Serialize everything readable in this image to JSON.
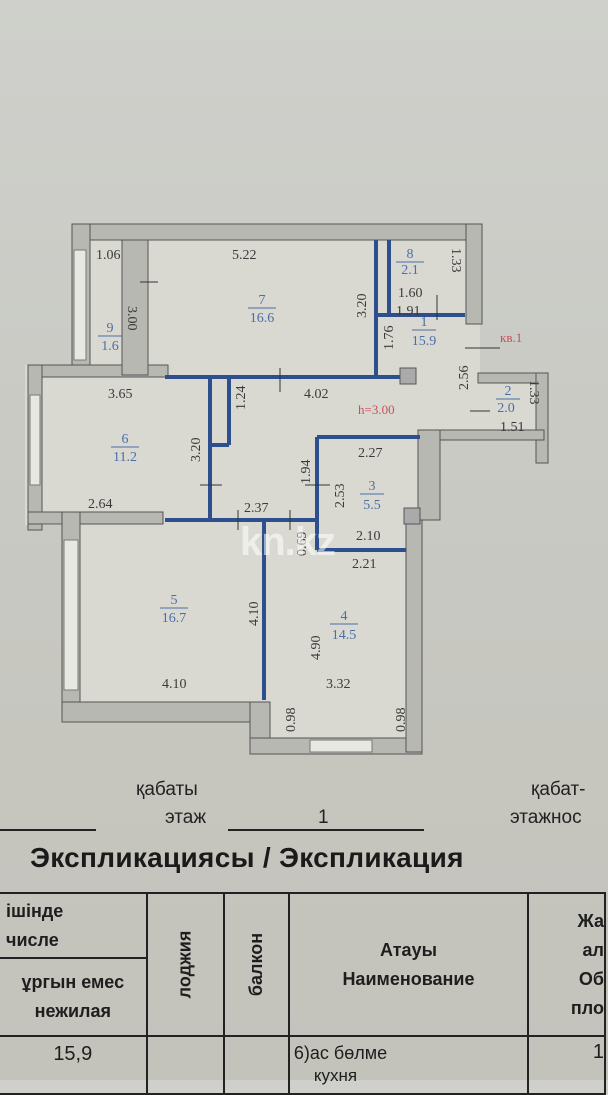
{
  "floor_plan": {
    "apartment_label": "кв.1",
    "ceiling_height": "h=3.00",
    "rooms": [
      {
        "number": "1",
        "area": "15.9"
      },
      {
        "number": "2",
        "area": "2.0"
      },
      {
        "number": "3",
        "area": "5.5"
      },
      {
        "number": "4",
        "area": "14.5"
      },
      {
        "number": "5",
        "area": "16.7"
      },
      {
        "number": "6",
        "area": "11.2"
      },
      {
        "number": "7",
        "area": "16.6"
      },
      {
        "number": "8",
        "area": "2.1"
      },
      {
        "number": "9",
        "area": "1.6"
      }
    ],
    "dimensions": {
      "d106": "1.06",
      "d522": "5.22",
      "d300": "3.00",
      "d320a": "3.20",
      "d133a": "1.33",
      "d160": "1.60",
      "d191": "1.91",
      "d176": "1.76",
      "d256": "2.56",
      "d133b": "1.33",
      "d151": "1.51",
      "d365": "3.65",
      "d402": "4.02",
      "d124": "1.24",
      "d320b": "3.20",
      "d194": "1.94",
      "d227": "2.27",
      "d253": "2.53",
      "d264": "2.64",
      "d237": "2.37",
      "d069": "0.69",
      "d210": "2.10",
      "d221": "2.21",
      "d410a": "4.10",
      "d490": "4.90",
      "d410b": "4.10",
      "d332": "3.32",
      "d098a": "0.98",
      "d098b": "0.98"
    },
    "watermark": "kn.kz"
  },
  "floor_info": {
    "floor_kz": "қабаты",
    "floor_ru": "этаж",
    "floor_value": "1",
    "floors_kz": "қабат-",
    "floors_ru": "этажнос"
  },
  "explication": {
    "title": "Экспликациясы / Экспликация",
    "headers": {
      "incl_kz": "ішінде",
      "incl_ru": "числе",
      "nonres_kz": "ұргын емес",
      "nonres_ru": "нежилая",
      "loggia": "лоджия",
      "balcony": "балкон",
      "name_kz": "Атауы",
      "name_ru": "Наименование",
      "total_1": "Жа",
      "total_2": "ал",
      "total_3": "Об",
      "total_4": "пло"
    },
    "rows": [
      {
        "nonresidential": "15,9",
        "loggia": "",
        "balcony": "",
        "name_kz": "6)ас бөлме",
        "name_ru": "кухня",
        "total": "1"
      }
    ]
  }
}
